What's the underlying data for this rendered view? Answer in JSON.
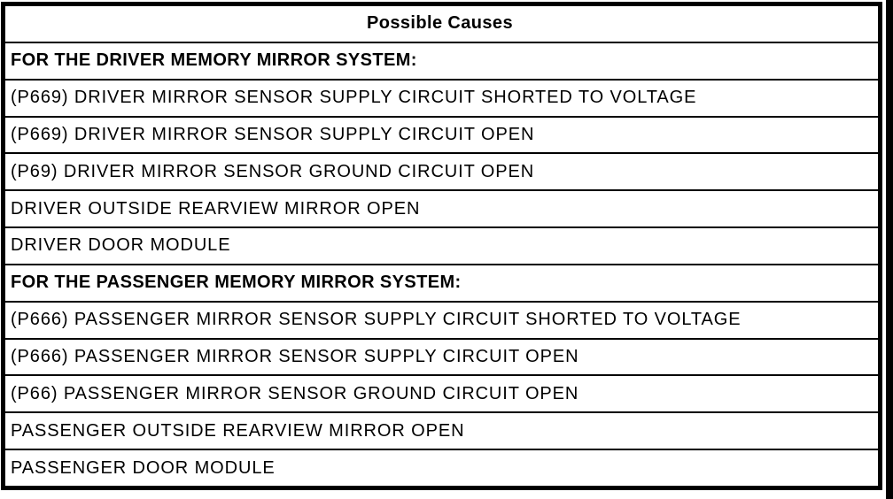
{
  "table": {
    "header": "Possible Causes",
    "rows": [
      {
        "text": "FOR THE DRIVER MEMORY MIRROR SYSTEM:",
        "bold": true
      },
      {
        "text": "(P669) DRIVER MIRROR SENSOR SUPPLY CIRCUIT SHORTED TO VOLTAGE",
        "bold": false
      },
      {
        "text": "(P669) DRIVER MIRROR SENSOR SUPPLY CIRCUIT OPEN",
        "bold": false
      },
      {
        "text": "(P69) DRIVER MIRROR SENSOR GROUND CIRCUIT OPEN",
        "bold": false
      },
      {
        "text": "DRIVER OUTSIDE REARVIEW MIRROR OPEN",
        "bold": false
      },
      {
        "text": "DRIVER DOOR MODULE",
        "bold": false
      },
      {
        "text": "FOR THE PASSENGER MEMORY MIRROR SYSTEM:",
        "bold": true
      },
      {
        "text": "(P666) PASSENGER MIRROR SENSOR SUPPLY CIRCUIT SHORTED TO VOLTAGE",
        "bold": false
      },
      {
        "text": "(P666) PASSENGER MIRROR SENSOR SUPPLY CIRCUIT OPEN",
        "bold": false
      },
      {
        "text": "(P66) PASSENGER MIRROR SENSOR GROUND CIRCUIT OPEN",
        "bold": false
      },
      {
        "text": "PASSENGER OUTSIDE REARVIEW MIRROR OPEN",
        "bold": false
      },
      {
        "text": "PASSENGER DOOR MODULE",
        "bold": false
      }
    ]
  },
  "colors": {
    "border": "#000000",
    "background": "#ffffff",
    "text": "#000000"
  }
}
